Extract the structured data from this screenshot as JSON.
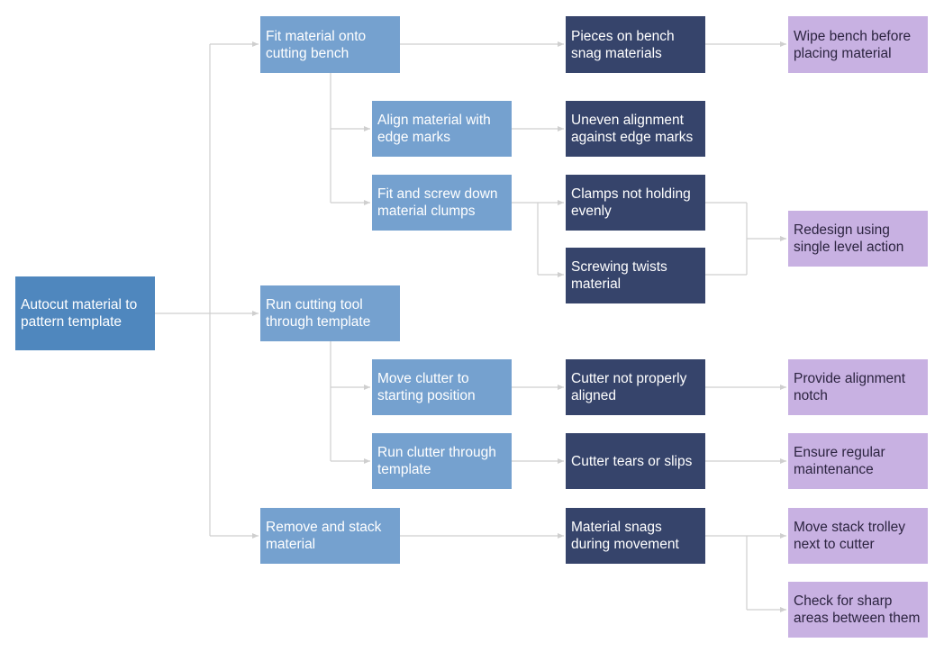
{
  "diagram": {
    "root": "Autocut material to pattern template",
    "steps": [
      "Fit material onto cutting bench",
      "Run cutting tool through template",
      "Remove and stack material"
    ],
    "substeps": [
      "Align material with edge marks",
      "Fit and screw down material clumps",
      "Move clutter to starting position",
      "Run clutter through template"
    ],
    "issues": [
      "Pieces on bench snag materials",
      "Uneven alignment against edge marks",
      "Clamps not holding evenly",
      "Screwing twists material",
      "Cutter not properly aligned",
      "Cutter tears or slips",
      "Material snags during movement"
    ],
    "fixes": [
      "Wipe bench before placing material",
      "Redesign using single level action",
      "Provide alignment notch",
      "Ensure regular maintenance",
      "Move stack trolley next to cutter",
      "Check for sharp areas between them"
    ],
    "colors": {
      "root": "#4f87be",
      "step": "#75a1cf",
      "issue": "#36446b",
      "fix": "#c8b1e2",
      "connector": "#cfcfcf"
    }
  }
}
